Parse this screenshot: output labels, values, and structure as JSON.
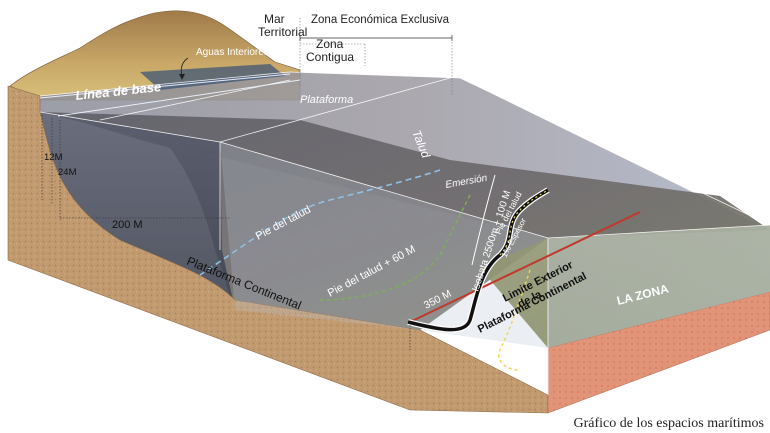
{
  "labels": {
    "mar_territorial_1": "Mar",
    "mar_territorial_2": "Territorial",
    "zona_economica": "Zona Económica Exclusiva",
    "zona_contigua_1": "Zona",
    "zona_contigua_2": "Contigua",
    "aguas_interiores": "Aguas Interiores",
    "linea_base": "Línea de base",
    "plataforma_top": "Plataforma",
    "talud": "Talud",
    "emersion": "Emersión",
    "pie_talud": "Pie del talud",
    "pie_talud_60": "Pie del talud + 60 M",
    "isobata": "Isobata 2500m + 100 M",
    "pie_talud_small": "Pie del talud",
    "espesor": "1% Espesor",
    "m350": "350 M",
    "limite_1": "Limite Exterior",
    "limite_2": "de la",
    "limite_3": "Plataforma Continental",
    "plataforma_continental": "Plataforma Continental",
    "la_zona": "LA ZONA",
    "m12": "12M",
    "m24": "24M",
    "m200": "200 M"
  },
  "caption": "Gráfico de los espacios marítimos",
  "colors": {
    "land": "#b9955a",
    "ground": "#c49a72",
    "water_top": "#8a8fa3",
    "red_line": "#c0392b",
    "green_dashed": "#6aa84f",
    "blue_dashed": "#7fb3d5",
    "yellow_dashed": "#f1d34a"
  }
}
